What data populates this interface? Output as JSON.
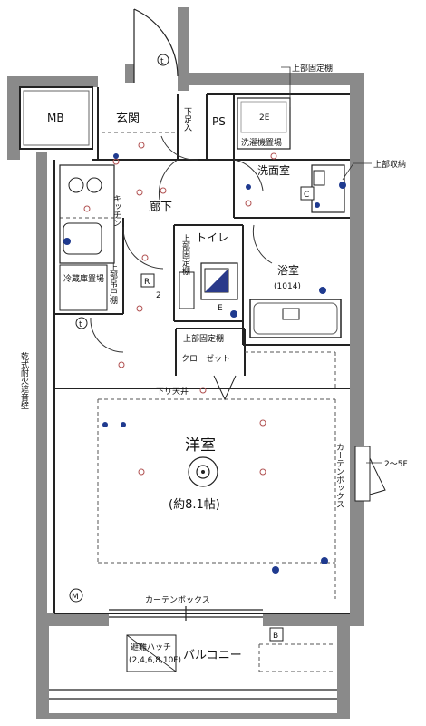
{
  "rooms": {
    "mb": "MB",
    "genkan": "玄関",
    "shita_fusa": "下足入",
    "ps": "PS",
    "jobu_kotei_dana_top": "上部固定棚",
    "sentakuki": "洗濯機置場",
    "senmenjo": "洗面室",
    "jobu_shuno": "上部収納",
    "roka": "廊下",
    "kitchen": "キッチン",
    "toilet": "トイレ",
    "jobu_kotei_dana_toilet": "上部固定棚",
    "yokushitsu": "浴室",
    "yokushitsu_size": "(1014)",
    "reizoko": "冷蔵庫置場",
    "jobu_tsuri_todana": "上部吊戸棚",
    "jobu_kotei_dana_closet": "上部固定棚",
    "closet": "クローゼット",
    "sagari_tenjo": "下り天井",
    "yoshitsu": "洋室",
    "yoshitsu_size": "(約8.1帖)",
    "curtain_box_side": "カーテンボックス",
    "curtain_box_bottom": "カーテンボックス",
    "floors_2_5": "2〜5F",
    "kanshiki": "乾式耐火遮音壁",
    "hinan_hatch": "避難ハッチ",
    "hinan_floors": "(2,4,6,8,10F)",
    "balcony": "バルコニー"
  },
  "symbols": {
    "t_top": "t",
    "t_left": "t",
    "r_symbol": "R",
    "c_symbol": "C",
    "e_symbol": "E",
    "m_symbol": "M",
    "b_symbol": "B",
    "num_2": "2",
    "num_2e": "2E"
  }
}
